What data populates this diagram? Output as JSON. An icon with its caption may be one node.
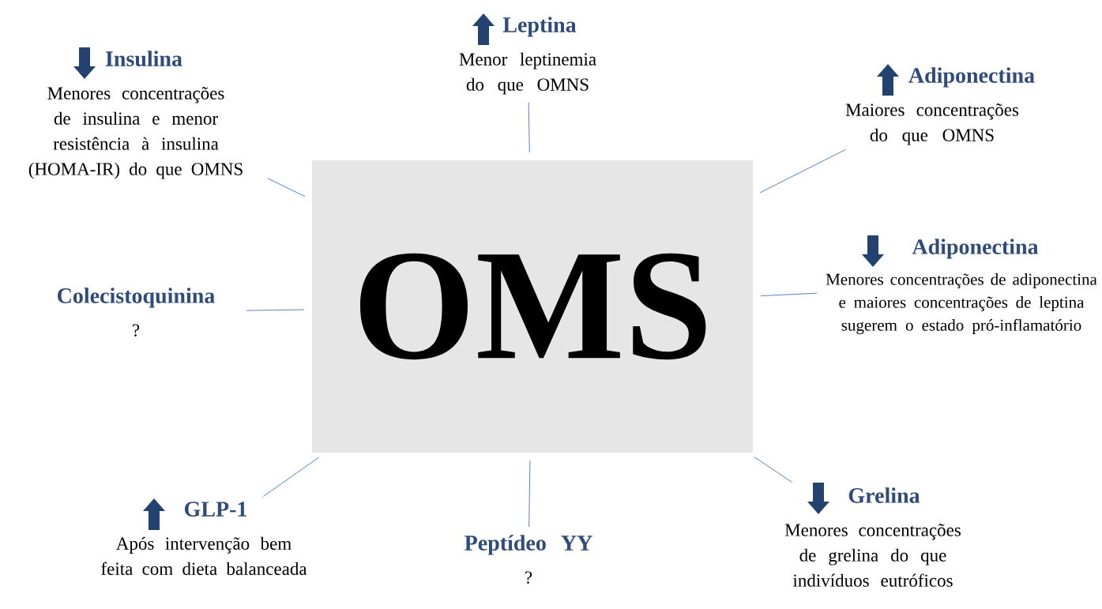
{
  "diagram": {
    "nodes": [
      {
        "text": [
          "OMS"
        ]
      },
      {
        "text": [
          "Insulina",
          "Menores concentrações de insulina e menor resistência à insulina (HOMA-IR) do que OMNS"
        ]
      },
      {
        "text": [
          "Leptina",
          "Menor leptinemia do que OMNS"
        ]
      },
      {
        "text": [
          "Adiponectina",
          "Maiores concentrações do que OMNS"
        ]
      },
      {
        "text": [
          "Adiponectina",
          "Menores concentrações de adiponectina e maiores concentrações de leptina sugerem o estado pró-inflamatório"
        ]
      },
      {
        "text": [
          "Colecistoquinina",
          "?"
        ]
      },
      {
        "text": [
          "GLP-1",
          "Após intervenção bem feita com dieta balanceada"
        ]
      },
      {
        "text": [
          "Peptídeo YY",
          "?"
        ]
      },
      {
        "text": [
          "Grelina",
          "Menores concentrações de grelina do que indivíduos eutróficos"
        ]
      }
    ],
    "edges": [
      {
        "from": 0,
        "to": 1,
        "arrow": "none"
      },
      {
        "from": 0,
        "to": 2,
        "arrow": "none"
      },
      {
        "from": 0,
        "to": 3,
        "arrow": "none"
      },
      {
        "from": 0,
        "to": 4,
        "arrow": "none"
      },
      {
        "from": 0,
        "to": 5,
        "arrow": "none"
      },
      {
        "from": 0,
        "to": 6,
        "arrow": "none"
      },
      {
        "from": 0,
        "to": 7,
        "arrow": "none"
      },
      {
        "from": 0,
        "to": 8,
        "arrow": "none"
      }
    ]
  }
}
